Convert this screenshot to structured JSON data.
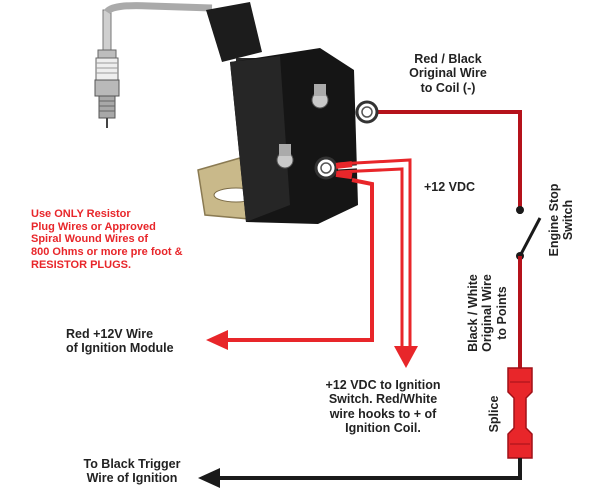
{
  "labels": {
    "red_black_line1": "Red / Black",
    "red_black_line2": "Original Wire",
    "red_black_line3": "to Coil (-)",
    "plus12": "+12  VDC",
    "warning_line1": "Use ONLY Resistor",
    "warning_line2": "Plug Wires or Approved",
    "warning_line3": "Spiral Wound Wires of",
    "warning_line4": "800 Ohms or more pre foot &",
    "warning_line5": "RESISTOR PLUGS.",
    "red12_line1": "Red +12V Wire",
    "red12_line2": "of Ignition Module",
    "switch_line1": "+12  VDC to Ignition",
    "switch_line2": "Switch. Red/White",
    "switch_line3": "wire hooks to + of",
    "switch_line4": "Ignition Coil.",
    "trigger_line1": "To Black Trigger",
    "trigger_line2": "Wire of Ignition",
    "engine_stop_line1": "Engine Stop",
    "engine_stop_line2": "Switch",
    "bw_line1": "Black / White",
    "bw_line2": "Original Wire",
    "bw_line3": "to Points",
    "splice": "Splice"
  },
  "colors": {
    "red": "#e8262a",
    "dark_red": "#b5121b",
    "black": "#1a1a1a",
    "text": "#222222"
  }
}
